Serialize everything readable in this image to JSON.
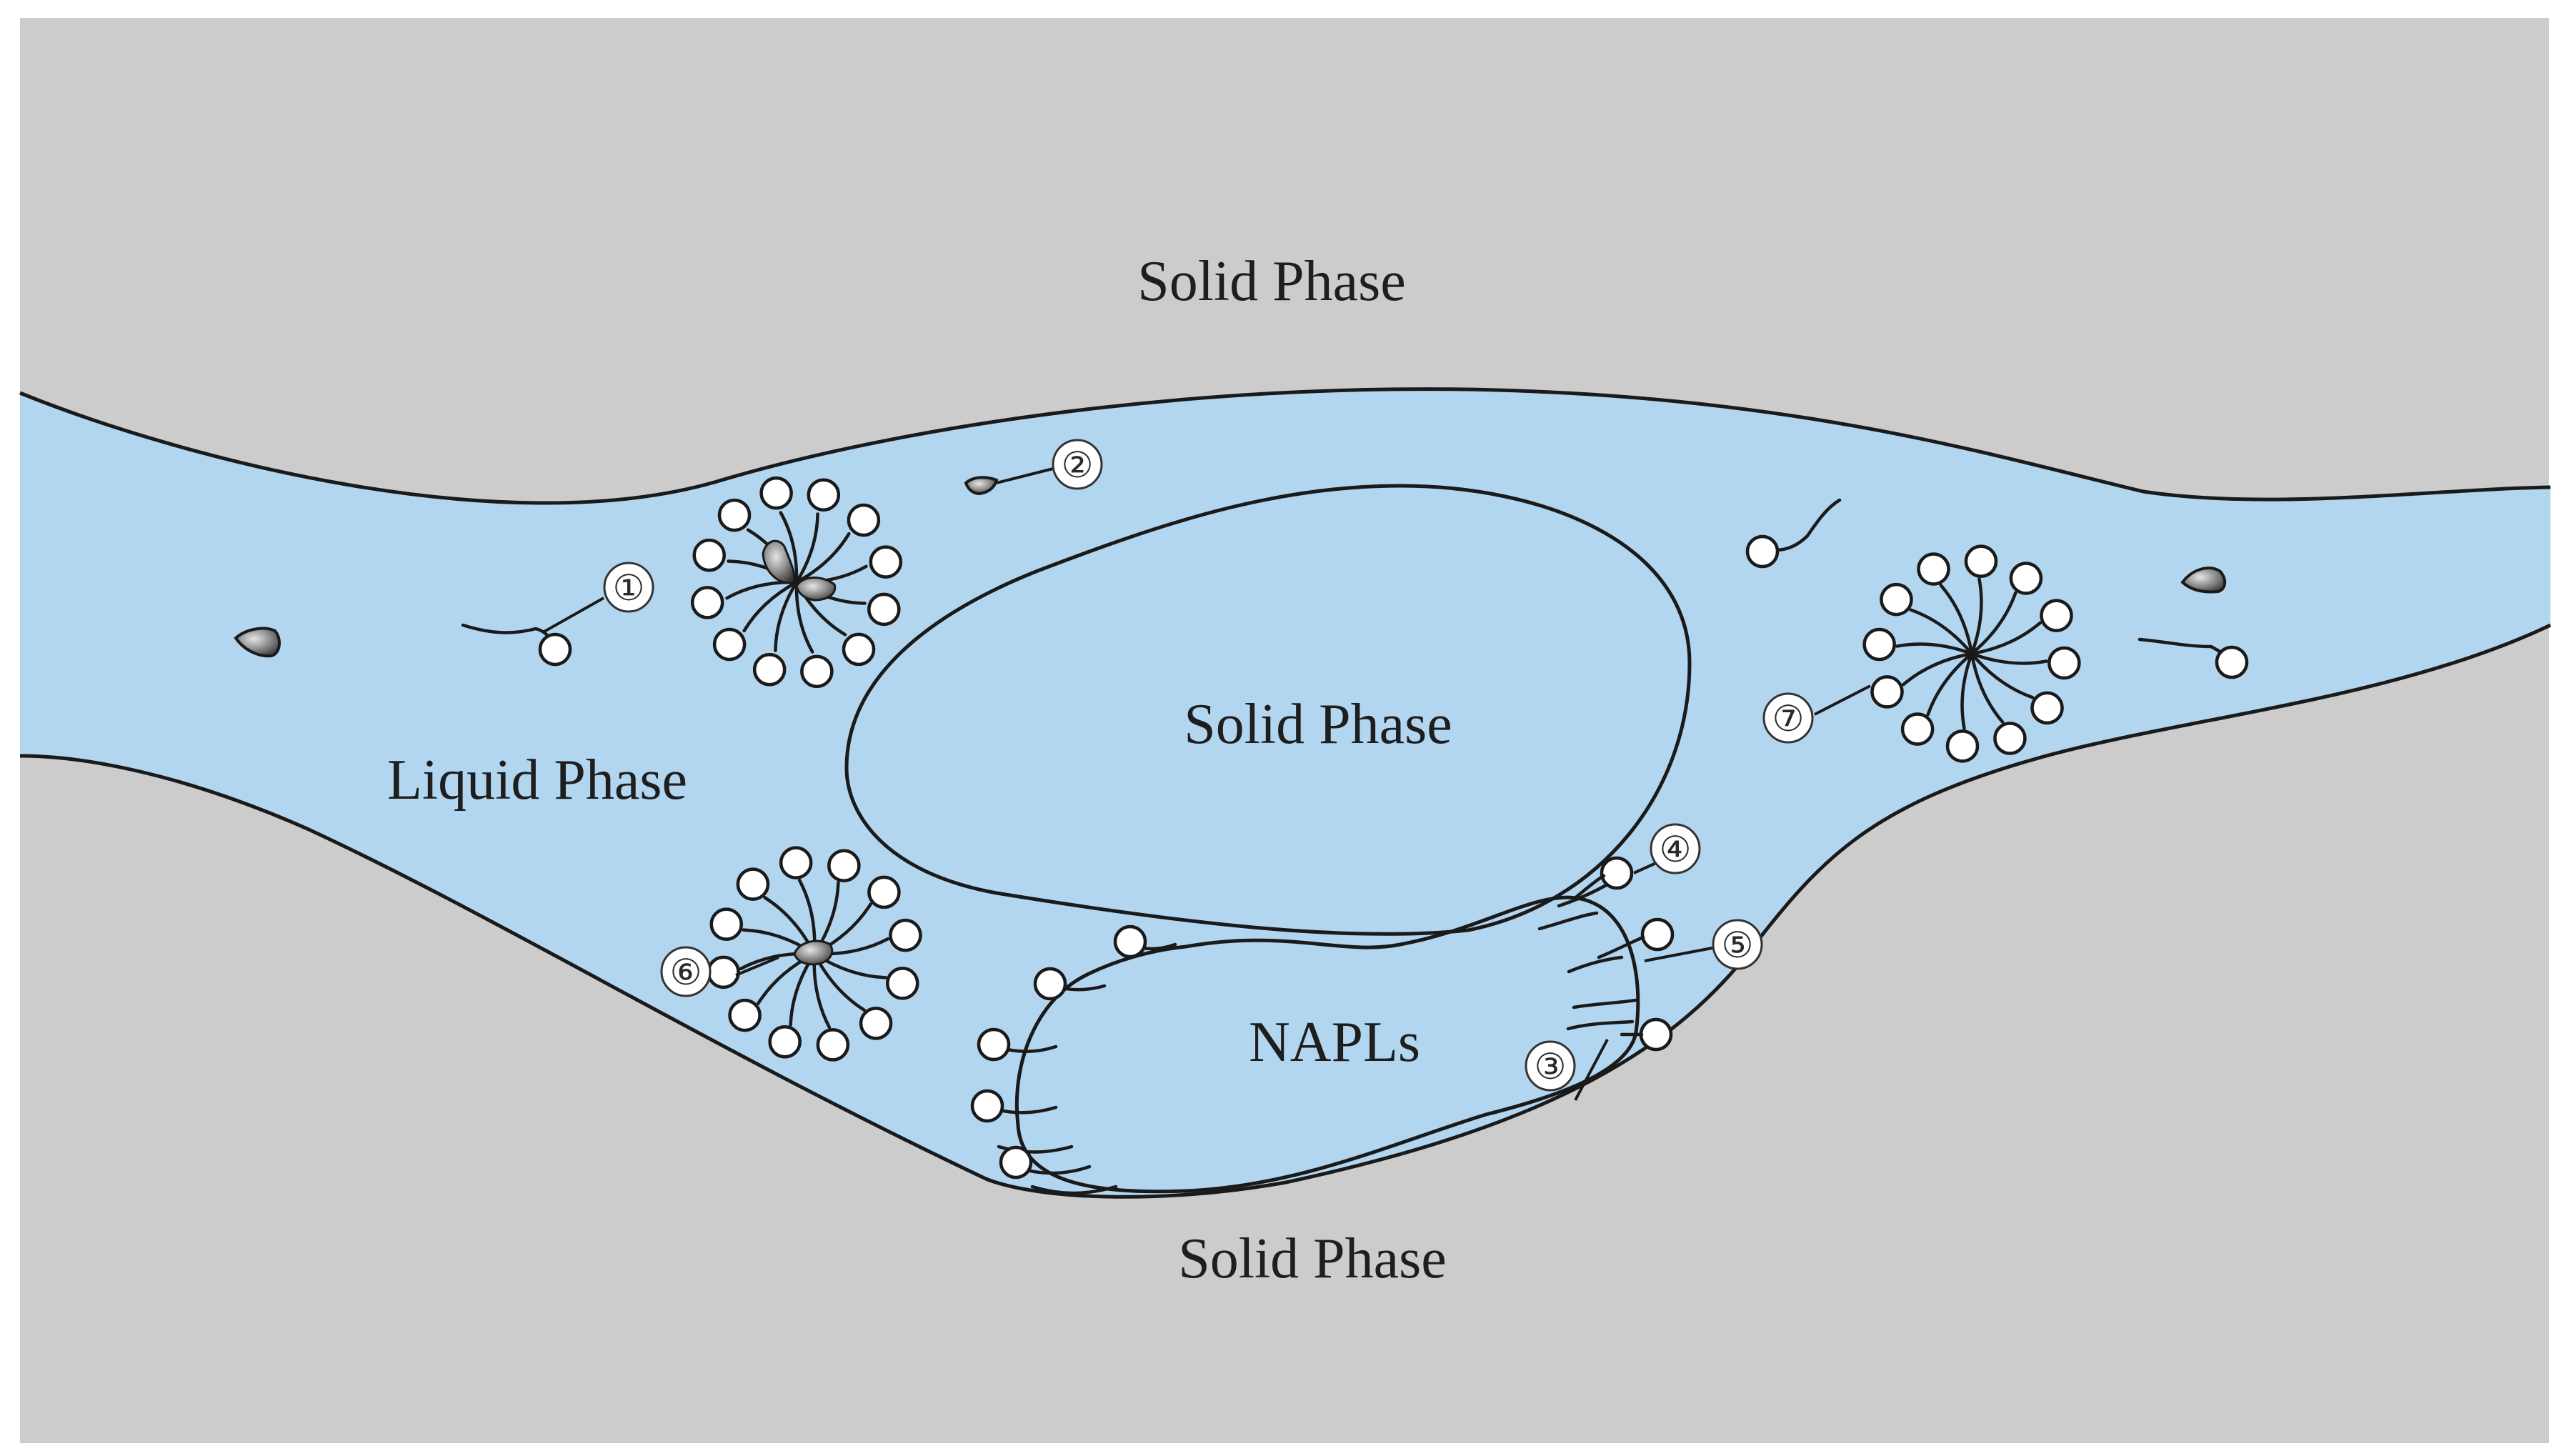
{
  "labels": {
    "solid_top": "Solid Phase",
    "solid_center": "Solid Phase",
    "solid_bottom": "Solid Phase",
    "liquid": "Liquid Phase",
    "napl": "NAPLs"
  },
  "markers": {
    "m1": "①",
    "m2": "②",
    "m3": "③",
    "m4": "④",
    "m5": "⑤",
    "m6": "⑥",
    "m7": "⑦"
  },
  "colors": {
    "solid": "#cccccc",
    "liquid": "#b3d6f0",
    "outline": "#1a1a1a",
    "napl_dark": "#3a3a3a",
    "napl_light": "#ffffff"
  }
}
